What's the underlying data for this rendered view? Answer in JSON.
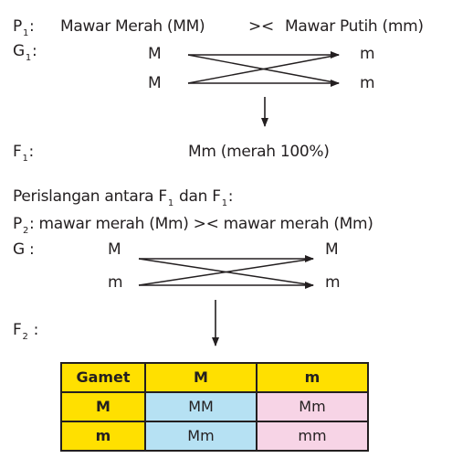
{
  "p1": {
    "label_main": "P",
    "label_sub": "1",
    "label_suffix": ":",
    "female": "Mawar Merah (MM)",
    "cross": "><",
    "male": "Mawar Putih (mm)"
  },
  "g1": {
    "label_main": "G",
    "label_sub": "1",
    "label_suffix": ":",
    "left": [
      "M",
      "M"
    ],
    "right": [
      "m",
      "m"
    ]
  },
  "f1": {
    "label_main": "F",
    "label_sub": "1",
    "label_suffix": ":",
    "result": "Mm (merah 100%)"
  },
  "cross_title": {
    "prefix": "Perislangan antara F",
    "sub1": "1",
    "middle": " dan F",
    "sub2": "1",
    "suffix": ":"
  },
  "p2": {
    "label_main": "P",
    "label_sub": "2",
    "text": ": mawar merah (Mm) >< mawar merah (Mm)"
  },
  "g2": {
    "label": "G :",
    "left": [
      "M",
      "m"
    ],
    "right": [
      "M",
      "m"
    ]
  },
  "f2": {
    "label_main": "F",
    "label_sub": "2",
    "label_suffix": " :"
  },
  "punnett": {
    "header": [
      "Gamet",
      "M",
      "m"
    ],
    "rows": [
      [
        "M",
        "MM",
        "Mm"
      ],
      [
        "m",
        "Mm",
        "mm"
      ]
    ]
  },
  "colors": {
    "header": "#ffe000",
    "dominant_cell": "#b6e1f3",
    "recessive_cell": "#f7d4e6"
  }
}
